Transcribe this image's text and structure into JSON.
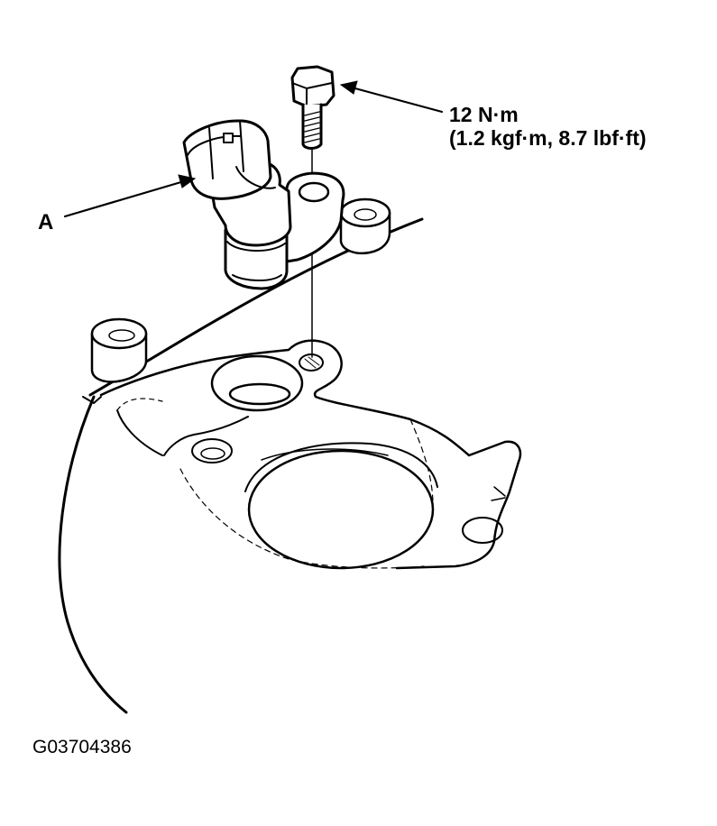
{
  "labels": {
    "torque_line1": "12 N·m",
    "torque_line2": "(1.2 kgf·m, 8.7 lbf·ft)",
    "part_a": "A",
    "figure_code": "G03704386"
  },
  "colors": {
    "line": "#000000",
    "background": "#ffffff"
  }
}
